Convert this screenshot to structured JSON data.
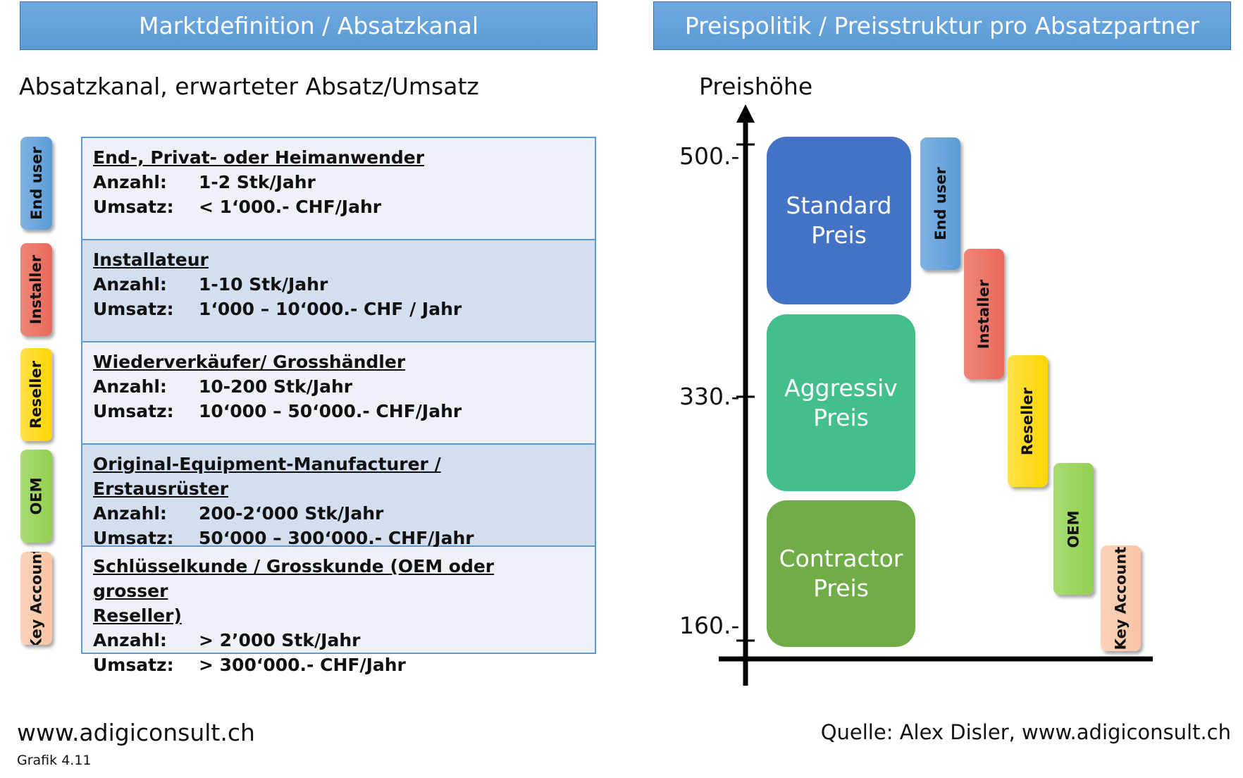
{
  "left_header": "Marktdefinition / Absatzkanal",
  "right_header": "Preispolitik / Preisstruktur pro Absatzpartner",
  "subtitle": "Absatzkanal, erwarteter Absatz/Umsatz",
  "channels": [
    {
      "tag": "End user",
      "color": "#5b9bd5",
      "title": "End-, Privat- oder Heimanwender",
      "title2": "",
      "count_label": "Anzahl:",
      "count": "1-2 Stk/Jahr",
      "revenue_label": "Umsatz:",
      "revenue": "< 1‘000.- CHF/Jahr",
      "bg": "#edf2f9"
    },
    {
      "tag": "Installer",
      "color": "#e9695a",
      "title": "Installateur",
      "title2": "",
      "count_label": "Anzahl:",
      "count": "1-10 Stk/Jahr",
      "revenue_label": "Umsatz:",
      "revenue": "1‘000 – 10‘000.- CHF / Jahr",
      "bg": "#d3deef"
    },
    {
      "tag": "Reseller",
      "color": "#ffd500",
      "title": "Wiederverkäufer/ Grosshändler",
      "title2": "",
      "count_label": "Anzahl:",
      "count": "10-200 Stk/Jahr",
      "revenue_label": "Umsatz:",
      "revenue": "10‘000 – 50‘000.- CHF/Jahr",
      "bg": "#edf2f9"
    },
    {
      "tag": "OEM",
      "color": "#92d050",
      "title": "Original-Equipment-Manufacturer / Erstausrüster",
      "title2": "",
      "count_label": "Anzahl:",
      "count": "200-2‘000 Stk/Jahr",
      "revenue_label": "Umsatz:",
      "revenue": "50‘000 – 300‘000.- CHF/Jahr",
      "bg": "#d3deef"
    },
    {
      "tag": "Key Account",
      "color": "#f8c4a4",
      "title": "Schlüsselkunde / Grosskunde  (OEM oder grosser",
      "title2": "Reseller)",
      "count_label": "Anzahl:",
      "count": "> 2’000 Stk/Jahr",
      "revenue_label": "Umsatz:",
      "revenue": "> 300‘000.- CHF/Jahr",
      "bg": "#edf2f9"
    }
  ],
  "axis_label": "Preishöhe",
  "ticks": [
    "500.-",
    "330.-",
    "160.-"
  ],
  "price_blocks": [
    {
      "line1": "Standard",
      "line2": "Preis",
      "color": "#4472c4"
    },
    {
      "line1": "Aggressiv",
      "line2": "Preis",
      "color": "#43bf8b"
    },
    {
      "line1": "Contractor",
      "line2": "Preis",
      "color": "#70ad47"
    }
  ],
  "footer": {
    "url": "www.adigiconsult.ch",
    "figure": "Grafik 4.11",
    "source": "Quelle: Alex Disler, www.adigiconsult.ch"
  }
}
